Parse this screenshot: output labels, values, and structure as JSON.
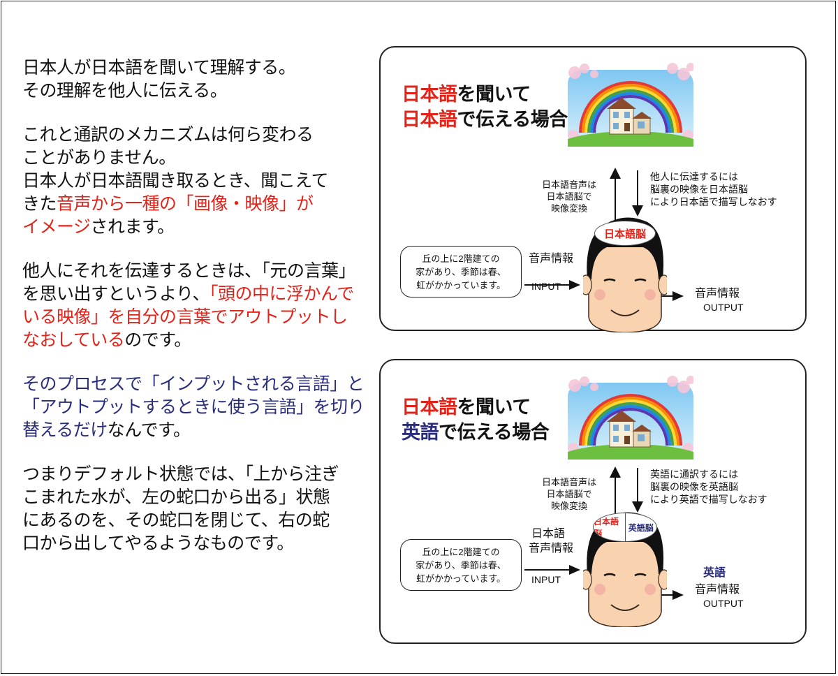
{
  "left_text": {
    "para1": [
      "日本人が日本語を聞いて理解する。",
      "その理解を他人に伝える。"
    ],
    "para2": {
      "l1": "これと通訳のメカニズムは何ら変わる",
      "l2": "ことがありません。",
      "l3": "日本人が日本語聞き取るとき、聞こえて",
      "l4_a": "きた",
      "l4_b": "音声から一種の「画像・映像」が",
      "l5_a": "イメージ",
      "l5_b": "されます。"
    },
    "para3": {
      "l1": "他人にそれを伝達するときは、「元の言葉」",
      "l2_a": "を思い出すというより、",
      "l2_b": "「頭の中に浮かんで",
      "l3": "いる映像」を自分の言葉でアウトプットし",
      "l4_a": "なおしている",
      "l4_b": "のです。"
    },
    "para4": {
      "l1": "そのプロセスで「インプットされる言語」と",
      "l2": "「アウトプットするときに使う言語」を切り",
      "l3_a": "替えるだけ",
      "l3_b": "なんです。"
    },
    "para5": [
      "つまりデフォルト状態では、「上から注ぎ",
      "こまれた水が、左の蛇口から出る」状態",
      "にあるのを、その蛇口を閉じて、右の蛇",
      "口から出してやるようなものです。"
    ]
  },
  "panel1": {
    "title_l1_a": "日本語",
    "title_l1_b": "を聞いて",
    "title_l2_a": "日本語",
    "title_l2_b": "で伝える場合",
    "up_label": [
      "日本語音声は",
      "日本語脳で",
      "映像変換"
    ],
    "down_label": [
      "他人に伝達するには",
      "脳裏の映像を日本語脳",
      "により日本語で描写しなおす"
    ],
    "brain": "日本語脳",
    "bubble": [
      "丘の上に2階建ての",
      "家があり、季節は春、",
      "虹がかかっています。"
    ],
    "input_label": "音声情報",
    "input_tag": "INPUT",
    "output_label": "音声情報",
    "output_tag": "OUTPUT"
  },
  "panel2": {
    "title_l1_a": "日本語",
    "title_l1_b": "を聞いて",
    "title_l2_a": "英語",
    "title_l2_b": "で伝える場合",
    "up_label": [
      "日本語音声は",
      "日本語脳で",
      "映像変換"
    ],
    "down_label": [
      "英語に通訳するには",
      "脳裏の映像を英語脳",
      "により英語で描写しなおす"
    ],
    "brain_left": "日本語脳",
    "brain_right": "英語脳",
    "bubble": [
      "丘の上に2階建ての",
      "家があり、季節は春、",
      "虹がかかっています。"
    ],
    "input_label": [
      "日本語",
      "音声情報"
    ],
    "input_tag": "INPUT",
    "output_lang": "英語",
    "output_label": "音声情報",
    "output_tag": "OUTPUT"
  },
  "colors": {
    "red": "#e2231a",
    "navy": "#2a2d7c",
    "skin": "#f9d3b0",
    "hair": "#111111"
  }
}
